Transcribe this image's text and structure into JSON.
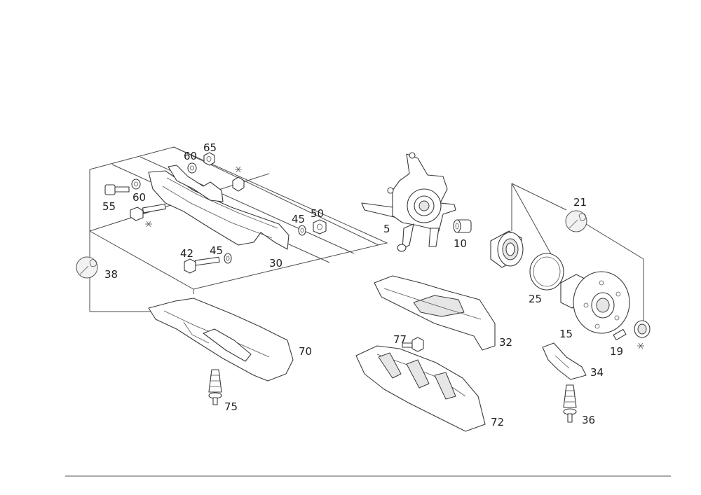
{
  "callouts": {
    "c5": "5",
    "c10": "10",
    "c15": "15",
    "c19": "19",
    "c21": "21",
    "c25": "25",
    "c30": "30",
    "c32": "32",
    "c34": "34",
    "c36": "36",
    "c38": "38",
    "c42": "42",
    "c45a": "45",
    "c45b": "45",
    "c50": "50",
    "c55": "55",
    "c60a": "60",
    "c60b": "60",
    "c65": "65",
    "c70": "70",
    "c72": "72",
    "c75": "75",
    "c77": "77"
  },
  "icons": {
    "wrench": "wrench-icon",
    "nut_marker": "asterisk-marker-icon"
  },
  "colors": {
    "line": "#4a4a4a",
    "background": "#ffffff"
  }
}
